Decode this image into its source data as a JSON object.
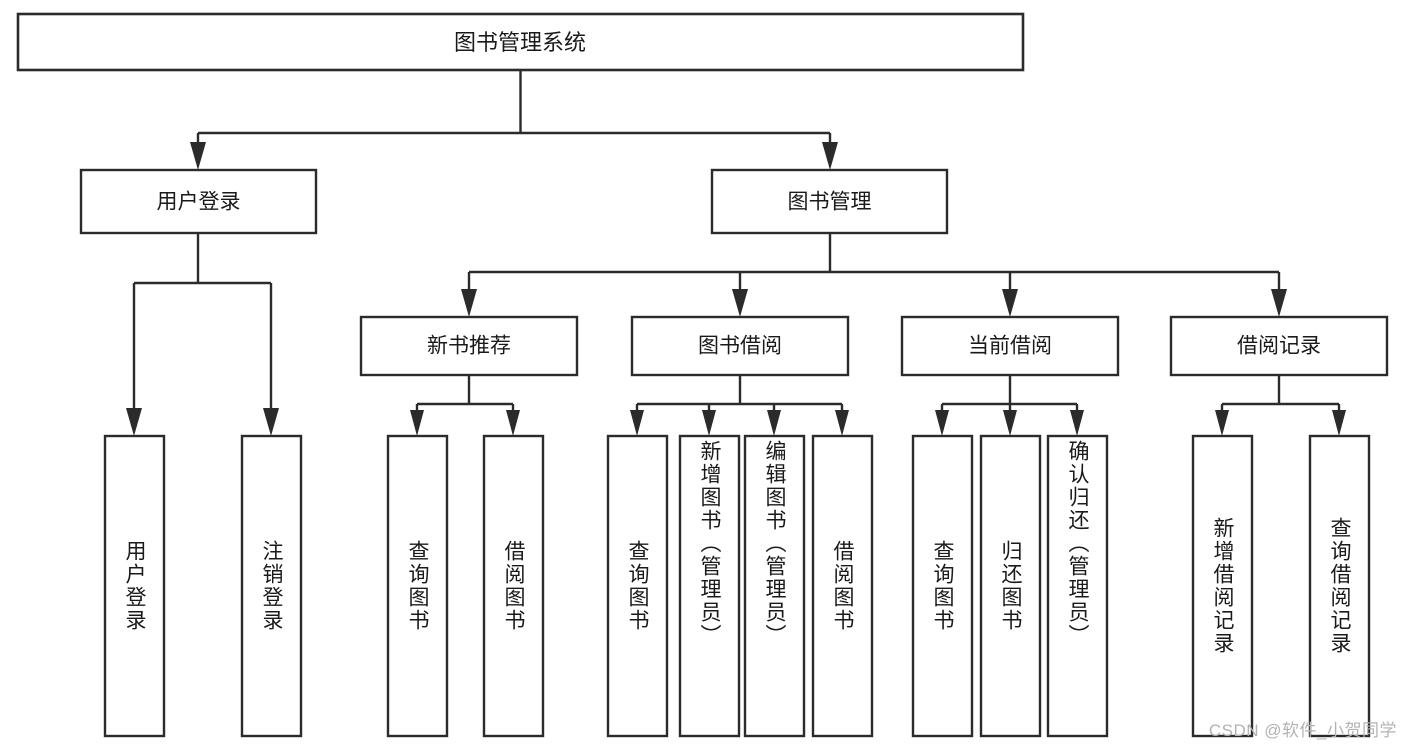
{
  "diagram": {
    "type": "tree-hierarchy-flowchart",
    "title": "图书管理系统",
    "orientation": "top-down",
    "theme": {
      "background": "#ffffff",
      "node_fill": "#ffffff",
      "node_stroke": "#2b2b2b",
      "text_color": "#1a1a1a",
      "watermark_color": "#b3b3b3"
    },
    "levels": {
      "root": {
        "label": "图书管理系统"
      },
      "level2": [
        {
          "id": "user-login",
          "label": "用户登录"
        },
        {
          "id": "book-management",
          "label": "图书管理"
        }
      ],
      "level3": [
        {
          "id": "new-book-recommend",
          "label": "新书推荐",
          "parent": "book-management"
        },
        {
          "id": "book-borrow",
          "label": "图书借阅",
          "parent": "book-management"
        },
        {
          "id": "current-borrow",
          "label": "当前借阅",
          "parent": "book-management"
        },
        {
          "id": "borrow-record",
          "label": "借阅记录",
          "parent": "book-management"
        }
      ],
      "leaves": [
        {
          "id": "leaf-user-login",
          "label": "用户登录",
          "parent": "user-login"
        },
        {
          "id": "leaf-logout-login",
          "label": "注销登录",
          "parent": "user-login"
        },
        {
          "id": "leaf-query-book-1",
          "label": "查询图书",
          "parent": "new-book-recommend"
        },
        {
          "id": "leaf-borrow-book-1",
          "label": "借阅图书",
          "parent": "new-book-recommend"
        },
        {
          "id": "leaf-query-book-2",
          "label": "查询图书",
          "parent": "book-borrow"
        },
        {
          "id": "leaf-add-book",
          "label": "新增图书（管理员）",
          "parent": "book-borrow"
        },
        {
          "id": "leaf-edit-book",
          "label": "编辑图书（管理员）",
          "parent": "book-borrow"
        },
        {
          "id": "leaf-borrow-book-2",
          "label": "借阅图书",
          "parent": "book-borrow"
        },
        {
          "id": "leaf-query-book-3",
          "label": "查询图书",
          "parent": "current-borrow"
        },
        {
          "id": "leaf-return-book",
          "label": "归还图书",
          "parent": "current-borrow"
        },
        {
          "id": "leaf-confirm-return",
          "label": "确认归还（管理员）",
          "parent": "current-borrow"
        },
        {
          "id": "leaf-add-record",
          "label": "新增借阅记录",
          "parent": "borrow-record"
        },
        {
          "id": "leaf-query-record",
          "label": "查询借阅记录",
          "parent": "borrow-record"
        }
      ]
    },
    "watermark": "CSDN @软件_小贺同学"
  }
}
